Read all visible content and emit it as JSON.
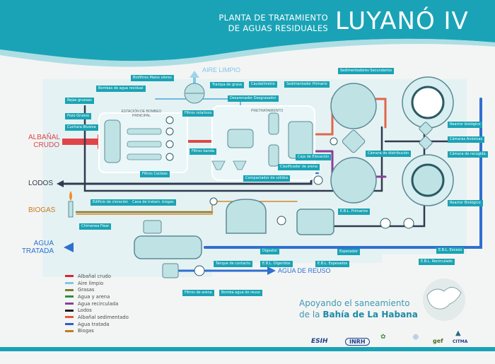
{
  "header": {
    "subtitle_line1": "PLANTA DE TRATAMIENTO",
    "subtitle_line2": "DE AGUAS RESIDUALES",
    "title": "LUYANÓ IV"
  },
  "side_labels": {
    "air": "AIRE LIMPIO",
    "albanal_line1": "ALBAÑAL",
    "albanal_line2": "CRUDO",
    "lodos": "LODOS",
    "biogas": "BIOGAS",
    "agua_line1": "AGUA",
    "agua_line2": "TRATADA",
    "reuso": "AGUA DE REUSO"
  },
  "section_labels": {
    "estacion_line1": "ESTACIÓN DE BOMBEO",
    "estacion_line2": "PRINCIPAL",
    "pretratamiento": "PRETRATAMIENTO"
  },
  "tags": {
    "biofiltros": "Biofiltros Malos olores",
    "bombas_residual": "Bombas de agua residual",
    "rejas_gruesas": "Rejas gruesas",
    "pozo_grueso": "Pozo Grueso",
    "cuchara": "Cuchara Bivalva",
    "filtros_rotativos": "Filtros rotativos",
    "trampa_grasa": "Trampa de grasa",
    "caudalimetro": "Caudalímetro",
    "sedimentador_primario": "Sedimentador Primario",
    "sedimentadores_secundarios": "Sedimentadores Secundarios",
    "desarenador": "Desarenador Desgrasador",
    "filtros_banda": "Filtros banda",
    "filtros_cocleas": "Filtros Cocleas",
    "clasificador": "Clasificador de arena",
    "compactador": "Compactador de sólidos",
    "camara_distribucion": "Cámara de distribución",
    "reactor_biologico": "Reactor biológico",
    "camaras_anoxicas": "Cámaras Anóxicas",
    "camara_recogida": "Cámara de recogida",
    "reactor_biologico_2": "Reactor Biológico",
    "edificio_cloracion": "Edificio de cloración",
    "cava_biogas": "Cava de tratam. biogas",
    "chimenea": "Chimenea Flear",
    "ebl_primarios": "E.B.L. Primarios",
    "ebl_exceso": "E.B.L. Exceso",
    "ebl_recirculado": "E.B.L. Recirculado",
    "digestor": "Digestor",
    "ebl_digeridos": "E.B.L. Digeridos",
    "ebl_espesados": "E.B.L. Espesados",
    "espesador": "Espesador",
    "tanque_contacto": "Tanque de contacto",
    "filtros_arena": "Filtros de arena",
    "bomba_reuso": "Bomba agua de reuso",
    "caja_elevacion": "Caja de Elevación"
  },
  "legend": {
    "items": [
      {
        "label": "Albañal crudo",
        "color": "#d6262f"
      },
      {
        "label": "Aire limpio",
        "color": "#7fc6e8"
      },
      {
        "label": "Grasas",
        "color": "#7e7a2f"
      },
      {
        "label": "Agua y arena",
        "color": "#2f8f3a"
      },
      {
        "label": "Agua recirculada",
        "color": "#8a3e98"
      },
      {
        "label": "Lodos",
        "color": "#1d1d1d"
      },
      {
        "label": "Albañal sedimentado",
        "color": "#e25a3c"
      },
      {
        "label": "Agua tratada",
        "color": "#2f5fbf"
      },
      {
        "label": "Biogas",
        "color": "#c77a1e"
      }
    ]
  },
  "support": {
    "line1": "Apoyando el saneamiento",
    "line2_prefix": "de la ",
    "line2_bold": "Bahía de La Habana"
  },
  "logos": {
    "esih": "ESIH",
    "inrh": "INRH",
    "gef": "gef",
    "citma": "CITMA"
  },
  "colors": {
    "teal": "#27a9b8",
    "pipe_dark": "#3c4a62",
    "pipe_blue": "#2f6fd0",
    "tank_fill": "#bfe3e5"
  }
}
